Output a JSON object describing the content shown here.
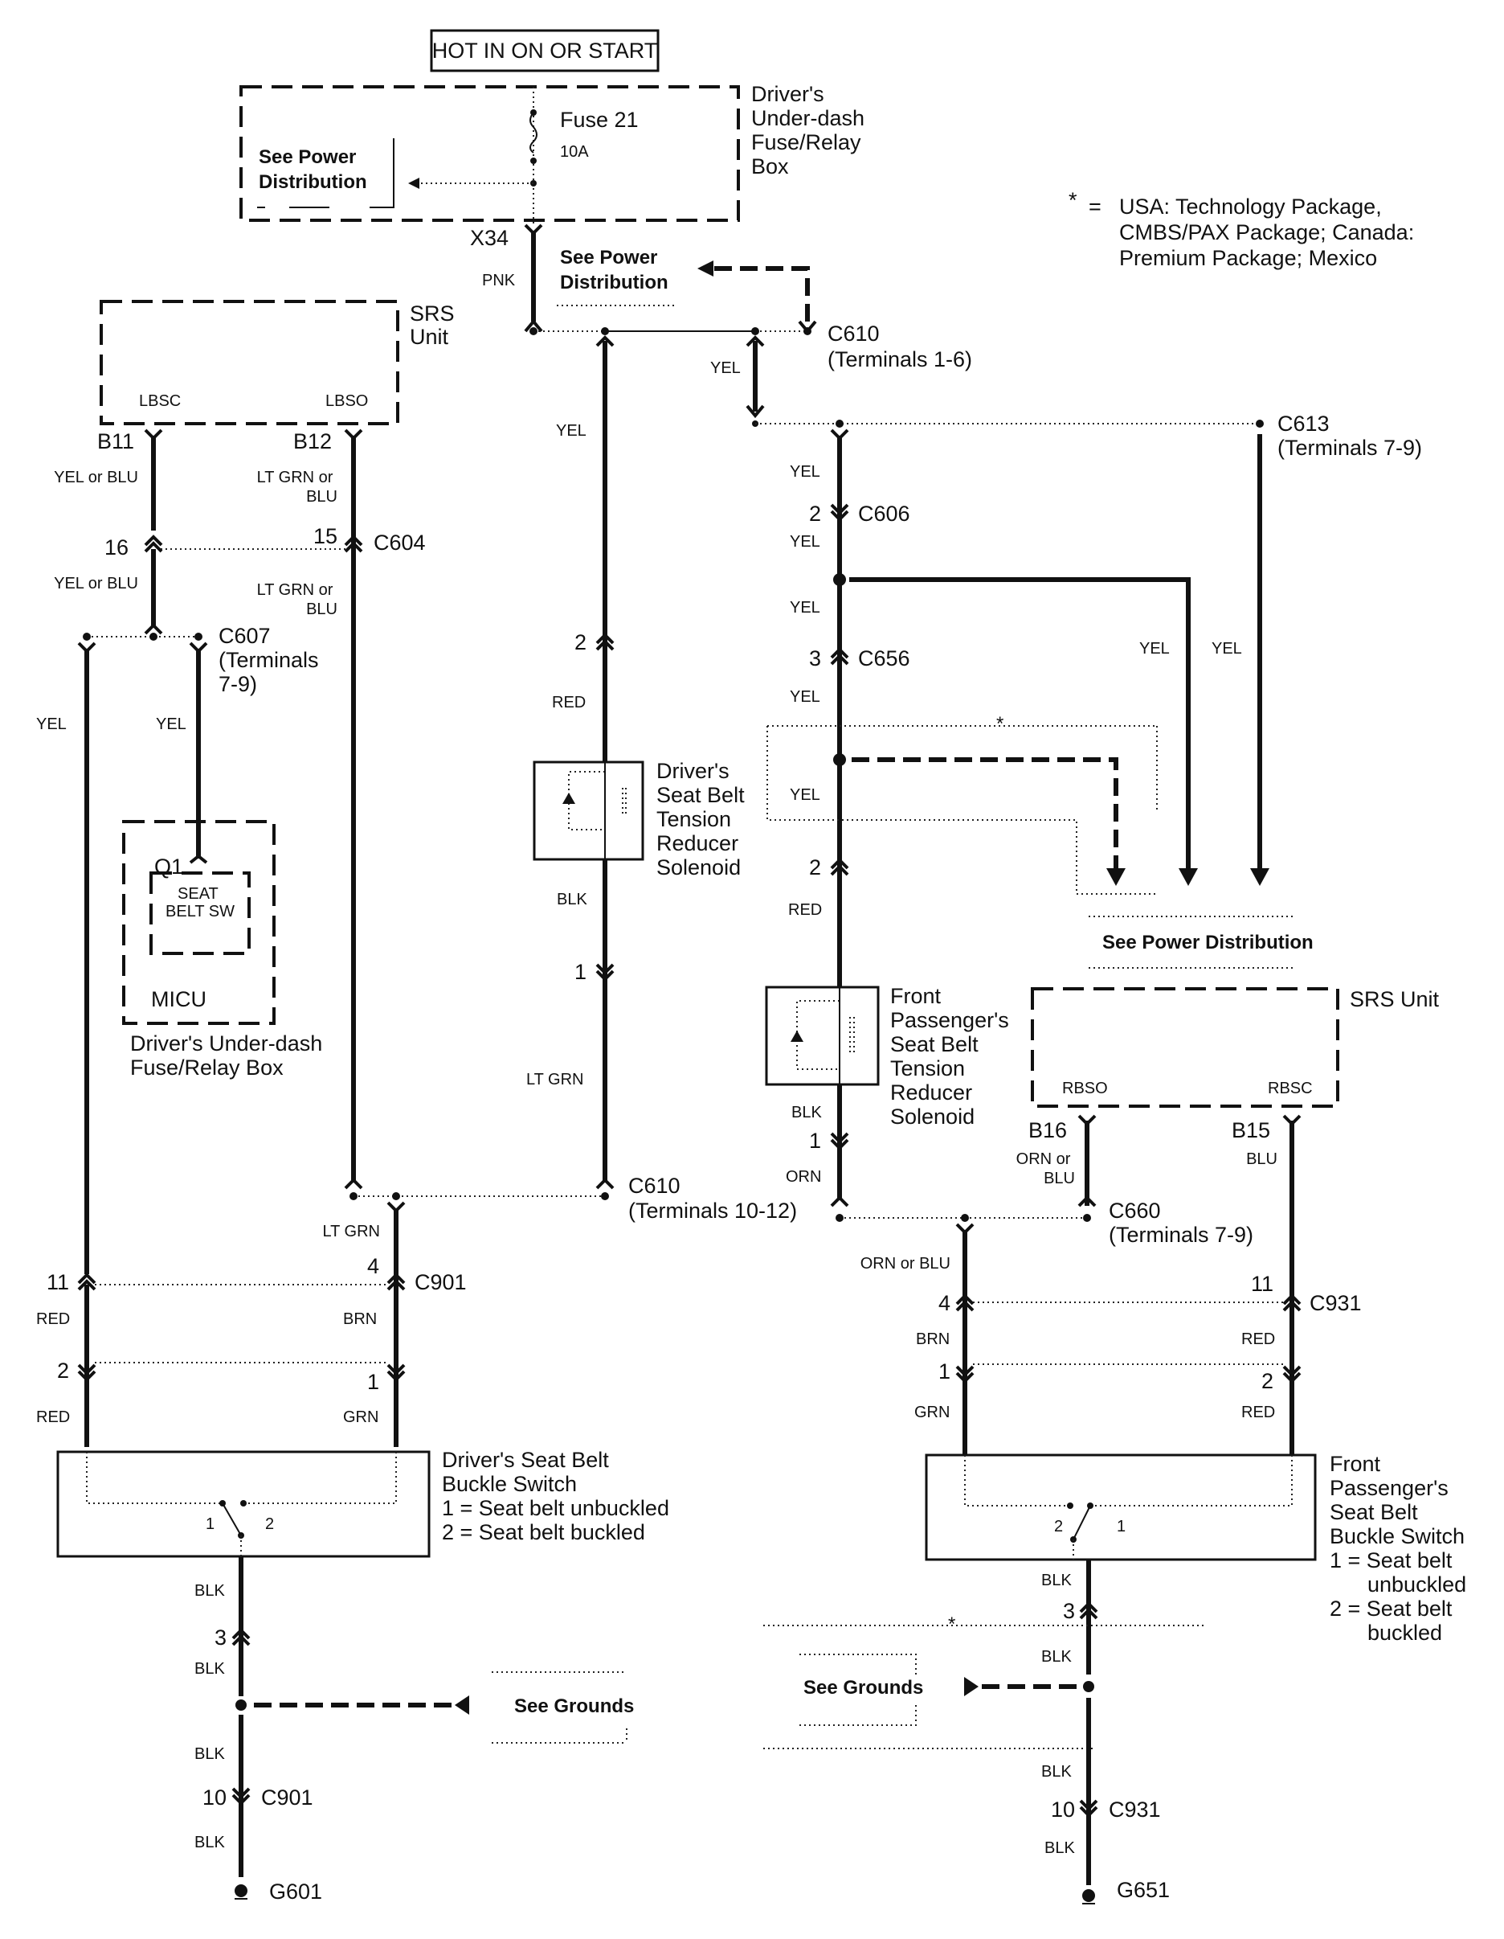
{
  "header": {
    "power_condition": "HOT IN ON OR START"
  },
  "footnote": {
    "symbol": "*",
    "equals": "=",
    "lines": [
      "USA: Technology Package,",
      "CMBS/PAX Package; Canada:",
      "Premium Package; Mexico"
    ]
  },
  "fuse_box": {
    "title_lines": [
      "Driver's",
      "Under-dash",
      "Fuse/Relay",
      "Box"
    ],
    "fuse_name": "Fuse 21",
    "fuse_rating": "10A",
    "see_power_lines": [
      "See Power",
      "Distribution"
    ],
    "terminal": "X34",
    "wire_color": "PNK"
  },
  "see_power_top": {
    "lines": [
      "See Power",
      "Distribution"
    ]
  },
  "c610_top": {
    "name": "C610",
    "terminals": "(Terminals 1-6)",
    "wire": "YEL"
  },
  "c613": {
    "name": "C613",
    "terminals": "(Terminals 7-9)"
  },
  "srs_left": {
    "title_lines": [
      "SRS",
      "Unit"
    ],
    "pin_left": "LBSC",
    "pin_right": "LBSO",
    "term_left": "B11",
    "term_right": "B12"
  },
  "left_wires": {
    "b11_color": "YEL or BLU",
    "b12_color_lines": [
      "LT GRN or",
      "BLU"
    ],
    "c604": {
      "name": "C604",
      "pin_left": "16",
      "pin_right": "15"
    },
    "below_c604_left": "YEL or BLU",
    "below_c604_right_lines": [
      "LT GRN or",
      "BLU"
    ],
    "c607": {
      "name": "C607",
      "lines": [
        "(Terminals",
        "7-9)"
      ]
    },
    "c607_left_color": "YEL",
    "c607_right_color": "YEL"
  },
  "micu": {
    "pin": "Q1",
    "inner_lines": [
      "SEAT",
      "BELT SW"
    ],
    "name": "MICU",
    "caption_lines": [
      "Driver's Under-dash",
      "Fuse/Relay Box"
    ]
  },
  "center_col": {
    "top_color": "YEL",
    "pin_2": "2",
    "red": "RED",
    "solenoid_lines": [
      "Driver's",
      "Seat Belt",
      "Tension",
      "Reducer",
      "Solenoid"
    ],
    "blk": "BLK",
    "pin_1": "1",
    "lt_grn": "LT GRN",
    "c610": {
      "name": "C610",
      "terminals": "(Terminals 10-12)"
    }
  },
  "driver_bottom": {
    "lt_grn": "LT GRN",
    "c901": {
      "name": "C901",
      "pin_11": "11",
      "pin_4": "4",
      "pin_2": "2",
      "pin_1": "1"
    },
    "red_upper": "RED",
    "brn": "BRN",
    "red_lower": "RED",
    "grn": "GRN",
    "switch_lines": [
      "Driver's Seat Belt",
      "Buckle Switch",
      "1 = Seat belt unbuckled",
      "2 = Seat belt buckled"
    ],
    "switch_pos1": "1",
    "switch_pos2": "2",
    "blk1": "BLK",
    "pin_3": "3",
    "blk2": "BLK",
    "see_grounds": "See Grounds",
    "blk3": "BLK",
    "pin_10": "10",
    "c901_lower": "C901",
    "blk4": "BLK",
    "ground": "G601"
  },
  "right_col": {
    "yel1": "YEL",
    "c606": {
      "name": "C606",
      "pin": "2"
    },
    "yel2": "YEL",
    "yel3": "YEL",
    "c656": {
      "name": "C656",
      "pin": "3"
    },
    "yel4": "YEL",
    "star": "*",
    "yel5": "YEL",
    "branch_yel_a": "YEL",
    "branch_yel_b": "YEL",
    "see_power": "See Power Distribution",
    "pin_2": "2",
    "red": "RED",
    "solenoid_lines": [
      "Front",
      "Passenger's",
      "Seat Belt",
      "Tension",
      "Reducer",
      "Solenoid"
    ],
    "blk": "BLK",
    "pin_1": "1",
    "orn": "ORN"
  },
  "srs_right": {
    "title": "SRS Unit",
    "pin_left": "RBSO",
    "pin_right": "RBSC",
    "term_left": "B16",
    "term_right": "B15",
    "b16_color_lines": [
      "ORN or",
      "BLU"
    ],
    "b15_color": "BLU",
    "c660": {
      "name": "C660",
      "terminals": "(Terminals 7-9)"
    }
  },
  "passenger_bottom": {
    "orn_or_blu": "ORN or BLU",
    "c931": {
      "name": "C931",
      "pin_4": "4",
      "pin_11": "11",
      "pin_1": "1",
      "pin_2": "2"
    },
    "brn": "BRN",
    "red_upper": "RED",
    "grn": "GRN",
    "red_lower": "RED",
    "switch_lines": [
      "Front",
      "Passenger's",
      "Seat Belt",
      "Buckle Switch",
      "1 = Seat belt",
      "unbuckled",
      "2 = Seat belt",
      "buckled"
    ],
    "switch_pos1": "1",
    "switch_pos2": "2",
    "blk1": "BLK",
    "pin_3": "3",
    "star": "*",
    "blk2": "BLK",
    "see_grounds": "See Grounds",
    "blk3": "BLK",
    "pin_10": "10",
    "c931_lower": "C931",
    "blk4": "BLK",
    "ground": "G651"
  }
}
